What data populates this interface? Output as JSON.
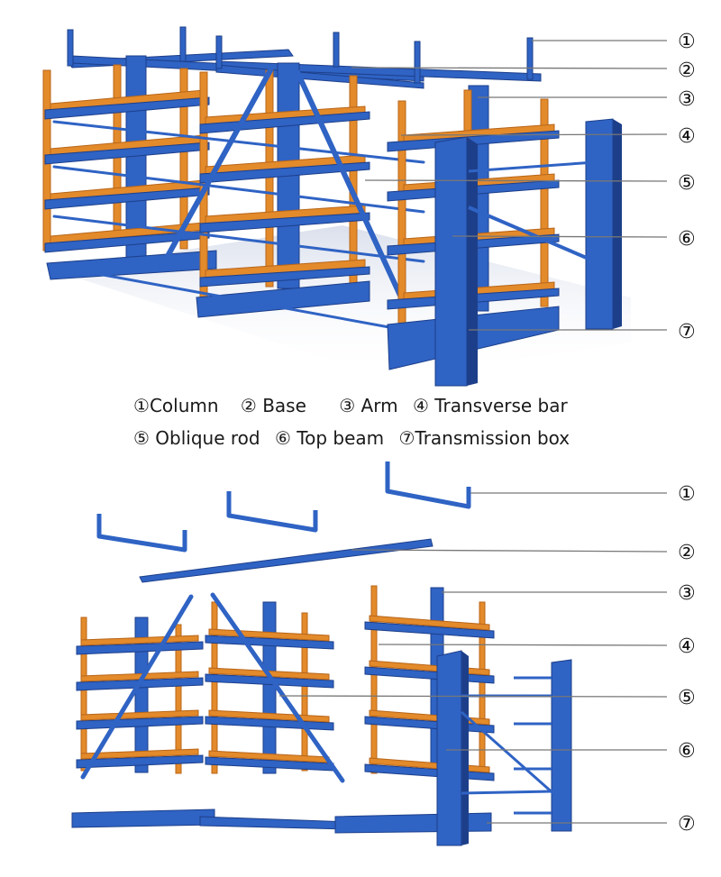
{
  "colors": {
    "blue": "#2f63c4",
    "blue_dark": "#1d3f8a",
    "blue_light": "#4a82e0",
    "orange": "#e38a2b",
    "orange_dark": "#b8661a",
    "line": "#777777"
  },
  "callouts": {
    "top": [
      "①",
      "②",
      "③",
      "④",
      "⑤",
      "⑥",
      "⑦"
    ],
    "bottom": [
      "①",
      "②",
      "③",
      "④",
      "⑤",
      "⑥",
      "⑦"
    ]
  },
  "legend": {
    "row1": [
      {
        "num": "①",
        "text": "Column"
      },
      {
        "num": "②",
        "text": "Base"
      },
      {
        "num": "③",
        "text": "Arm"
      },
      {
        "num": "④",
        "text": "Transverse bar"
      }
    ],
    "row2": [
      {
        "num": "⑤",
        "text": "Oblique rod"
      },
      {
        "num": "⑥",
        "text": "Top beam"
      },
      {
        "num": "⑦",
        "text": "Transmission box"
      }
    ]
  }
}
